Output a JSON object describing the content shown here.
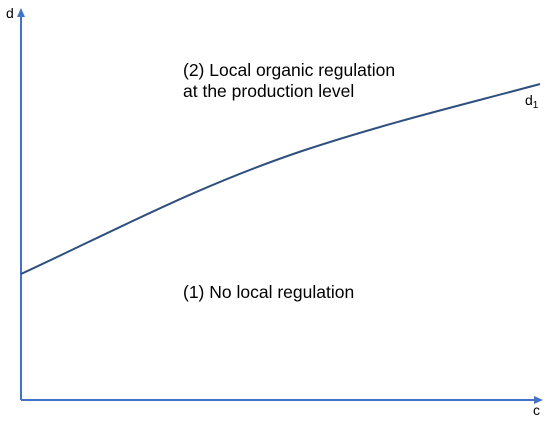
{
  "axes": {
    "y_label": "d",
    "x_label": "c"
  },
  "regions": {
    "upper": {
      "line1": "(2) Local organic regulation",
      "line2": "at the production level"
    },
    "lower": {
      "text": "(1) No local regulation"
    }
  },
  "curve": {
    "label_main": "d",
    "label_sub": "1"
  },
  "colors": {
    "axis": "#4472C4",
    "curve": "#2F4F7F",
    "text": "#000000"
  }
}
